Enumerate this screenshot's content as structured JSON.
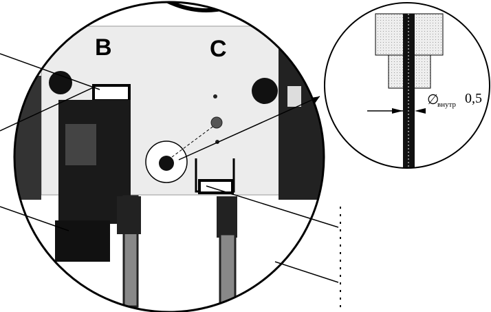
{
  "labels": {
    "b": "B",
    "c": "C"
  },
  "detail": {
    "diameter_symbol": "∅",
    "subscript": "внутр",
    "value": "0,5"
  },
  "colors": {
    "ink": "#000000",
    "panel": "#e6e6e6",
    "paper": "#ffffff"
  }
}
